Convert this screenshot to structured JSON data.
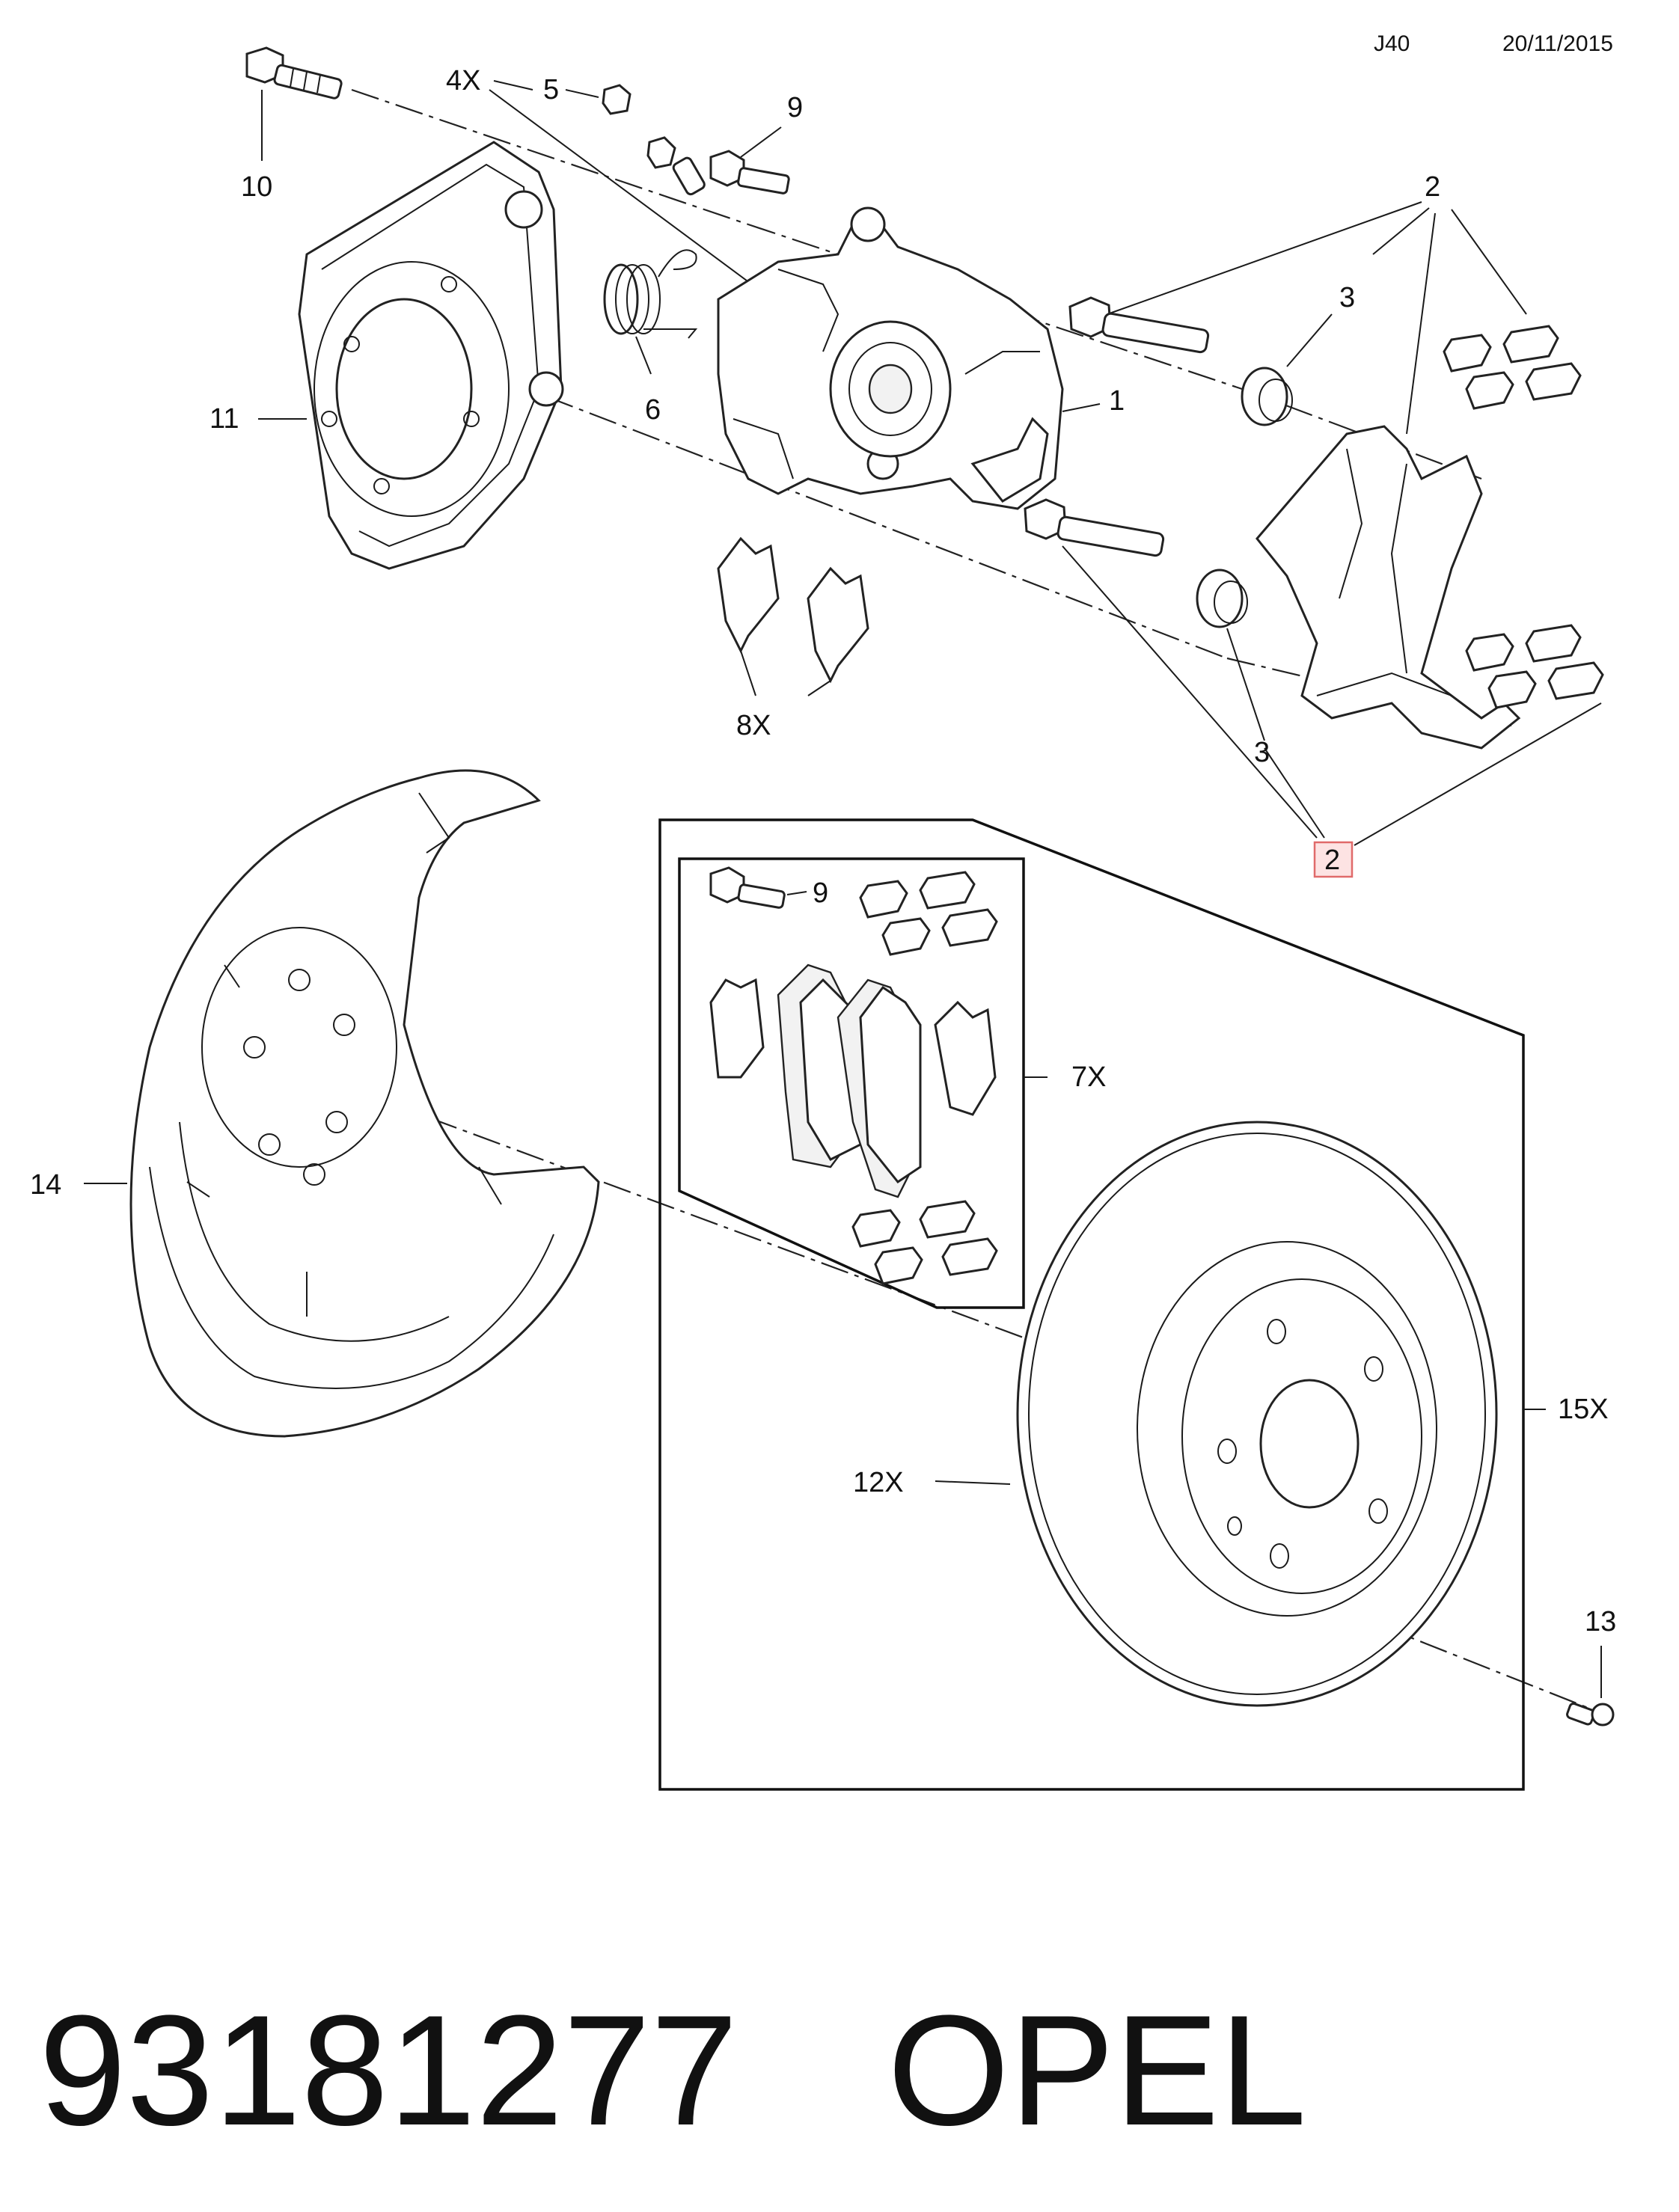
{
  "header": {
    "page_code": "J40",
    "date": "20/11/2015"
  },
  "callouts": {
    "c10": "10",
    "c4x": "4X",
    "c5": "5",
    "c9a": "9",
    "c2a": "2",
    "c3a": "3",
    "c11": "11",
    "c6": "6",
    "c1": "1",
    "c8x": "8X",
    "c3b": "3",
    "c2b": "2",
    "c9b": "9",
    "c7x": "7X",
    "c14": "14",
    "c15x": "15X",
    "c12x": "12X",
    "c13": "13"
  },
  "footer": {
    "part_number": "93181277",
    "brand": "OPEL"
  }
}
